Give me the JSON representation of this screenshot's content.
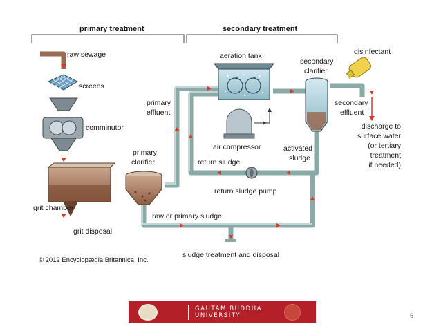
{
  "headers": {
    "primary": "primary treatment",
    "secondary": "secondary treatment"
  },
  "labels": {
    "raw_sewage": "raw sewage",
    "screens": "screens",
    "comminutor": "comminutor",
    "grit_chamber": "grit chamber",
    "grit_disposal": "grit disposal",
    "primary_clarifier": [
      "primary",
      "clarifier"
    ],
    "primary_effluent": [
      "primary",
      "effluent"
    ],
    "aeration_tank": "aeration tank",
    "air_compressor": "air compressor",
    "return_sludge": "return sludge",
    "return_sludge_pump": "return sludge pump",
    "activated_sludge": [
      "activated",
      "sludge"
    ],
    "secondary_clarifier": [
      "secondary",
      "clarifier"
    ],
    "disinfectant": "disinfectant",
    "secondary_effluent": [
      "secondary",
      "effluent"
    ],
    "discharge": [
      "discharge to",
      "surface water",
      "(or tertiary",
      "treatment",
      "if needed)"
    ],
    "raw_primary_sludge": "raw or primary sludge",
    "sludge_treatment": "sludge treatment and disposal"
  },
  "copyright": "© 2012 Encyclopædia Britannica, Inc.",
  "logo": {
    "line1": "GAUTAM BUDDHA",
    "line2": "UNIVERSITY"
  },
  "page_number": "6",
  "colors": {
    "pipe": "#8aaaa8",
    "arrow": "#d9352b",
    "sewage": "#9a6a52",
    "logo_bg": "#b42028"
  }
}
